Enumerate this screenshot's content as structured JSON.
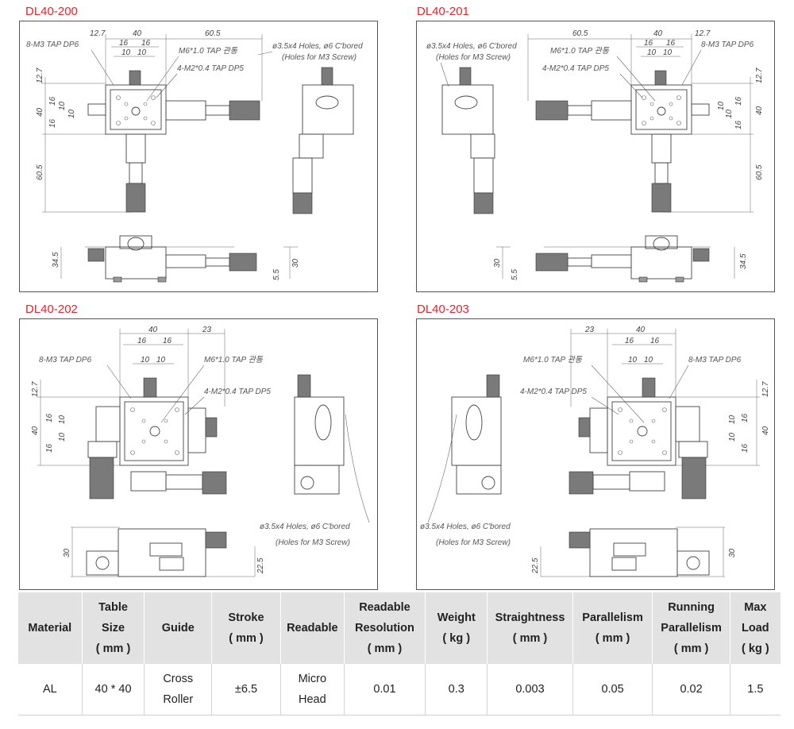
{
  "models": [
    {
      "name": "DL40-200",
      "top_dims": [
        "12.7",
        "40",
        "60.5",
        "16",
        "16",
        "10",
        "10"
      ],
      "left_dims": [
        "12.7",
        "16",
        "40",
        "10",
        "10",
        "16",
        "60.5"
      ],
      "side_dims": [
        "34.5",
        "30",
        "5.5"
      ],
      "notes": [
        "8-M3 TAP DP6",
        "M6*1.0 TAP 관통",
        "4-M2*0.4 TAP DP5",
        "ø3.5x4 Holes, ø6 C'bored",
        "(Holes for M3  Screw)"
      ]
    },
    {
      "name": "DL40-201",
      "top_dims": [
        "60.5",
        "40",
        "12.7",
        "16",
        "16",
        "10",
        "10"
      ],
      "right_dims": [
        "12.7",
        "16",
        "40",
        "10",
        "10",
        "16",
        "60.5"
      ],
      "side_dims": [
        "30",
        "5.5",
        "34.5"
      ],
      "notes": [
        "ø3.5x4 Holes, ø6 C'bored",
        "(Holes for M3  Screw)",
        "M6*1.0 TAP 관통",
        "4-M2*0.4 TAP DP5",
        "8-M3 TAP DP6"
      ]
    },
    {
      "name": "DL40-202",
      "top_dims": [
        "40",
        "23",
        "16",
        "16",
        "10",
        "10"
      ],
      "left_dims": [
        "12.7",
        "16",
        "40",
        "10",
        "10",
        "16"
      ],
      "side_dims": [
        "30",
        "22.5"
      ],
      "notes": [
        "8-M3 TAP DP6",
        "M6*1.0 TAP 관통",
        "4-M2*0.4 TAP DP5",
        "ø3.5x4 Holes, ø6 C'bored",
        "(Holes for M3  Screw)"
      ]
    },
    {
      "name": "DL40-203",
      "top_dims": [
        "23",
        "40",
        "16",
        "16",
        "10",
        "10"
      ],
      "right_dims": [
        "12.7",
        "16",
        "40",
        "10",
        "10",
        "16"
      ],
      "side_dims": [
        "22.5",
        "30"
      ],
      "notes": [
        "M6*1.0 TAP 관통",
        "4-M2*0.4 TAP DP5",
        "8-M3 TAP DP6",
        "ø3.5x4 Holes, ø6 C'bored",
        "(Holes for M3  Screw)"
      ]
    }
  ],
  "spec_table": {
    "headers": [
      [
        "Material"
      ],
      [
        "Table",
        "Size",
        "( mm )"
      ],
      [
        "Guide"
      ],
      [
        "Stroke",
        "( mm )"
      ],
      [
        "Readable"
      ],
      [
        "Readable",
        "Resolution",
        "( mm )"
      ],
      [
        "Weight",
        "( kg )"
      ],
      [
        "Straightness",
        "( mm )"
      ],
      [
        "Parallelism",
        "( mm )"
      ],
      [
        "Running",
        "Parallelism",
        "( mm )"
      ],
      [
        "Max",
        "Load",
        "( kg )"
      ]
    ],
    "row": [
      [
        "AL"
      ],
      [
        "40 * 40"
      ],
      [
        "Cross",
        "Roller"
      ],
      [
        "±6.5"
      ],
      [
        "Micro",
        "Head"
      ],
      [
        "0.01"
      ],
      [
        "0.3"
      ],
      [
        "0.003"
      ],
      [
        "0.05"
      ],
      [
        "0.02"
      ],
      [
        "1.5"
      ]
    ]
  }
}
